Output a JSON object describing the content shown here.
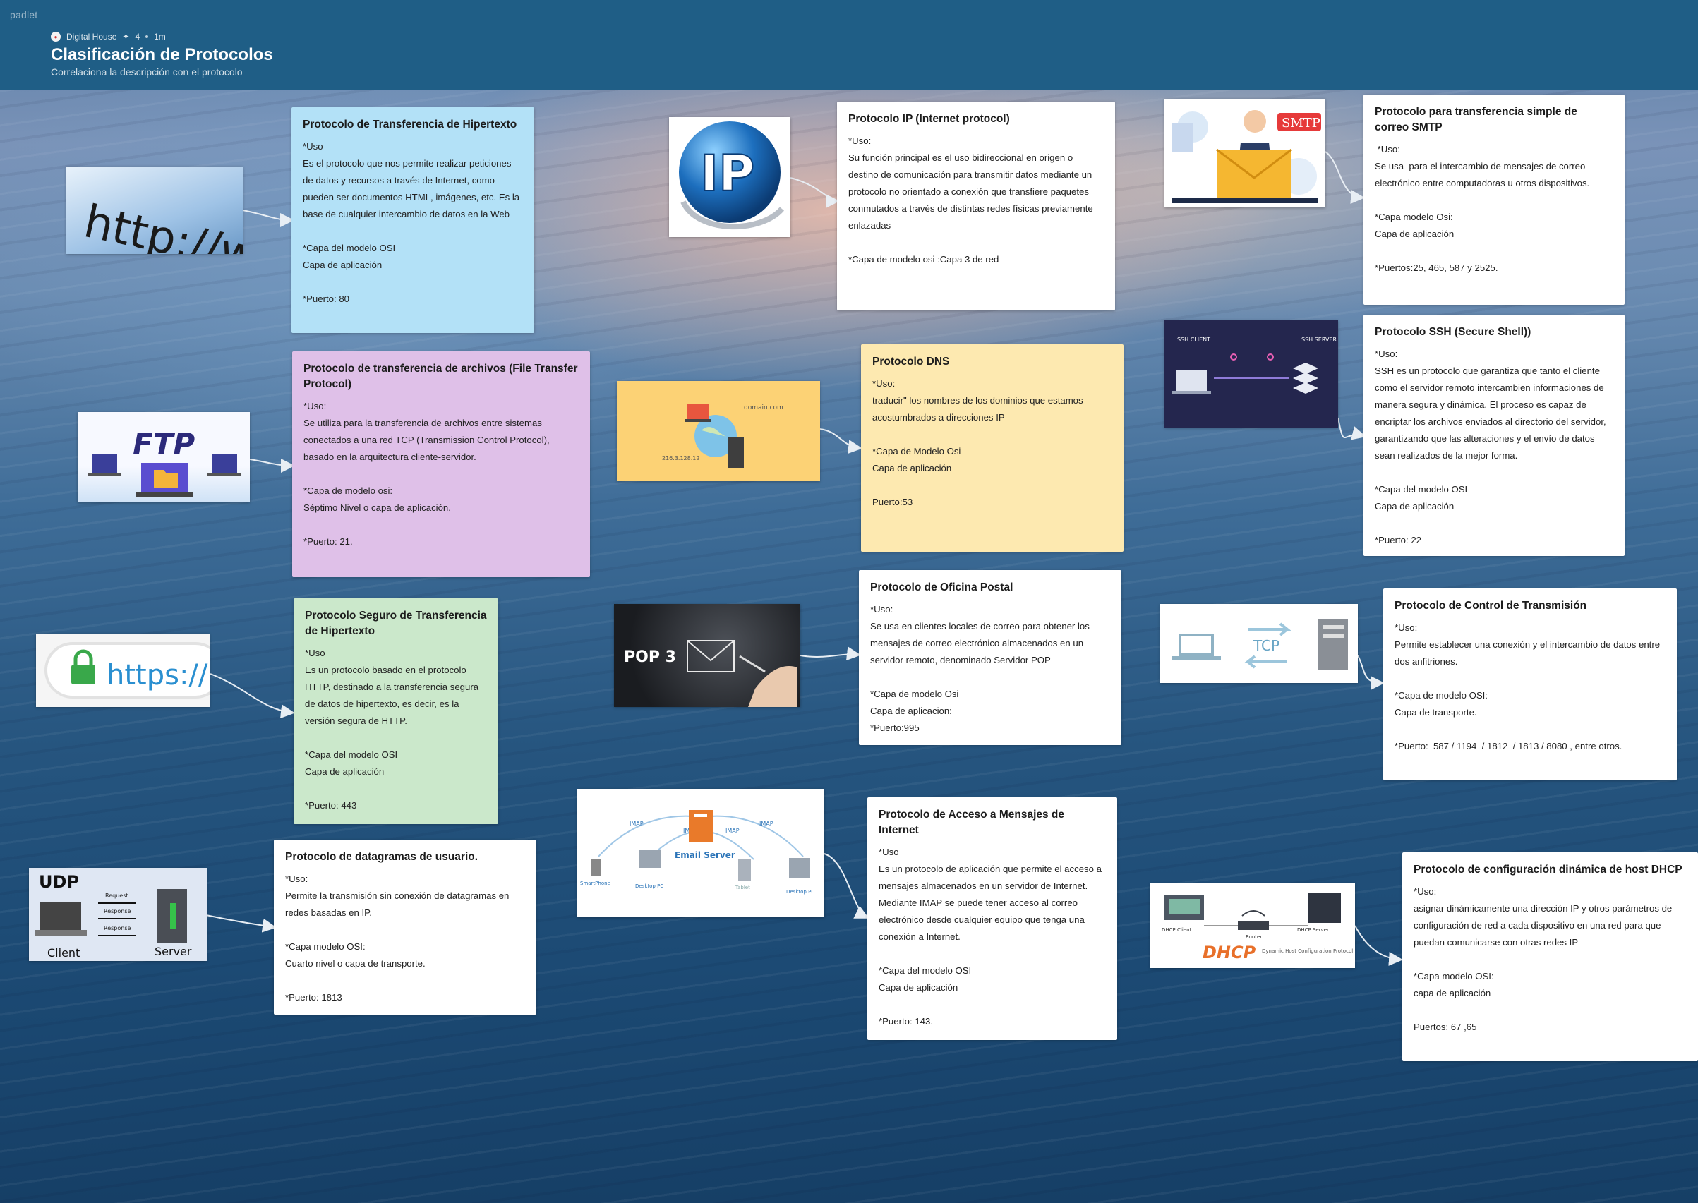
{
  "header": {
    "brand": "padlet",
    "author": "Digital House",
    "likes": "4",
    "time": "1m",
    "title": "Clasificación de Protocolos",
    "subtitle": "Correlaciona la descripción con el protocolo"
  },
  "images": {
    "http_text": "http://www",
    "ip_text": "IP",
    "smtp_text": "SMTP",
    "ftp_text": "FTP",
    "dns_domain": "domain.com",
    "dns_ip": "216.3.128.12",
    "ssh_client": "SSH CLIENT",
    "ssh_server": "SSH SERVER",
    "https_text": "https://",
    "pop3_text": "POP 3",
    "tcp_text": "TCP",
    "imap_label": "IMAP",
    "email_server": "Email Server",
    "smartphone": "SmartPhone",
    "desktop_pc": "Desktop PC",
    "tablet": "Tablet",
    "udp_text": "UDP",
    "udp_request": "Request",
    "udp_response": "Response",
    "udp_client": "Client",
    "udp_server": "Server",
    "dhcp_text": "DHCP",
    "dhcp_client": "DHCP Client",
    "dhcp_server": "DHCP Server",
    "dhcp_router": "Router",
    "dhcp_sub": "Dynamic Host Configuration Protocol"
  },
  "cards": {
    "http": {
      "title": "Protocolo de Transferencia de Hipertexto",
      "body": "*Uso\nEs el protocolo que nos permite realizar peticiones de datos y recursos a través de Internet, como pueden ser documentos HTML, imágenes, etc. Es la base de cualquier intercambio de datos en la Web\n\n*Capa del modelo OSI\nCapa de aplicación\n\n*Puerto: 80"
    },
    "ip": {
      "title": "Protocolo IP (Internet protocol)",
      "body": "*Uso:\nSu función principal es el uso bidireccional en origen o destino de comunicación para transmitir datos mediante un protocolo no orientado a conexión que transfiere paquetes conmutados a través de distintas redes físicas previamente enlazadas\n\n*Capa de modelo osi :Capa 3 de red"
    },
    "smtp": {
      "title": "Protocolo para transferencia simple de correo SMTP",
      "body": " *Uso:\nSe usa  para el intercambio de mensajes de correo electrónico entre computadoras u otros dispositivos.\n\n*Capa modelo Osi:\nCapa de aplicación\n\n*Puertos:25, 465, 587 y 2525."
    },
    "ftp": {
      "title": "Protocolo de transferencia de archivos (File Transfer Protocol)",
      "body": "*Uso:\nSe utiliza para la transferencia de archivos entre sistemas conectados a una red TCP (Transmission Control Protocol), basado en la arquitectura cliente-servidor.\n\n*Capa de modelo osi:\nSéptimo Nivel o capa de aplicación.\n\n*Puerto: 21."
    },
    "dns": {
      "title": "Protocolo DNS",
      "body": "*Uso:\ntraducir\" los nombres de los dominios que estamos acostumbrados a direcciones IP\n\n*Capa de Modelo Osi\nCapa de aplicación\n\nPuerto:53"
    },
    "ssh": {
      "title": "Protocolo SSH (Secure Shell))",
      "body": "*Uso:\nSSH es un protocolo que garantiza que tanto el cliente como el servidor remoto intercambien informaciones de manera segura y dinámica. El proceso es capaz de encriptar los archivos enviados al directorio del servidor, garantizando que las alteraciones y el envío de datos sean realizados de la mejor forma.\n\n*Capa del modelo OSI\nCapa de aplicación\n\n*Puerto: 22"
    },
    "https": {
      "title": "Protocolo Seguro de Transferencia de Hipertexto",
      "body": "*Uso\nEs un protocolo basado en el protocolo HTTP, destinado a la transferencia segura de datos de hipertexto, es decir, es la versión segura de HTTP.\n\n*Capa del modelo OSI\nCapa de aplicación\n\n*Puerto: 443"
    },
    "pop": {
      "title": "Protocolo de Oficina Postal",
      "body": "*Uso:\nSe usa en clientes locales de correo para obtener los mensajes de correo electrónico almacenados en un servidor remoto, denominado Servidor POP\n\n*Capa de modelo Osi\nCapa de aplicacion:\n*Puerto:995"
    },
    "tcp": {
      "title": "Protocolo de Control de Transmisión",
      "body": "*Uso:\nPermite establecer una conexión y el intercambio de datos entre dos anfitriones.\n\n*Capa de modelo OSI:\nCapa de transporte.\n\n*Puerto:  587 / 1194  / 1812  / 1813 / 8080 , entre otros."
    },
    "imap": {
      "title": "Protocolo de Acceso a Mensajes de Internet",
      "body": "*Uso\nEs un protocolo de aplicación que permite el acceso a mensajes almacenados en un servidor de Internet. Mediante IMAP se puede tener acceso al correo electrónico desde cualquier equipo que tenga una conexión a Internet.\n\n*Capa del modelo OSI\nCapa de aplicación\n\n*Puerto: 143."
    },
    "udp": {
      "title": "Protocolo de datagramas de usuario.",
      "body": "*Uso:\nPermite la transmisión sin conexión de datagramas en redes basadas en IP.\n\n*Capa modelo OSI:\nCuarto nivel o capa de transporte.\n\n*Puerto: 1813"
    },
    "dhcp": {
      "title": "Protocolo de configuración dinámica de host DHCP",
      "body": "*Uso:\nasignar dinámicamente una dirección IP y otros parámetros de configuración de red a cada dispositivo en una red para que puedan comunicarse con otras redes IP\n\n*Capa modelo OSI:\ncapa de aplicación\n\nPuertos: 67 ,65"
    }
  },
  "colors": {
    "topbar": "#1f5e86",
    "blue_card": "#b3e1f7",
    "purple_card": "#dfc0e8",
    "green_card": "#cbe8cb",
    "yellow_card": "#fde9b0",
    "arrow": "#e8eef4"
  }
}
